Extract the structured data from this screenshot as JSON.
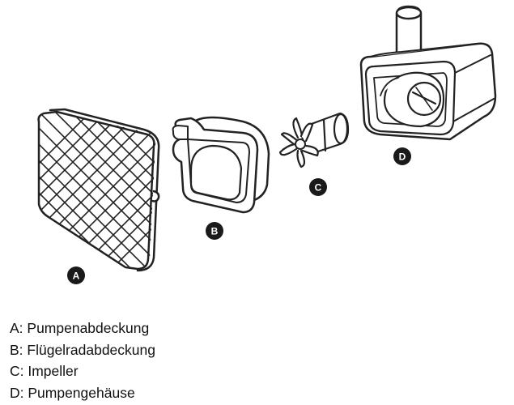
{
  "parts": [
    {
      "letter": "A",
      "name": "Pumpenabdeckung"
    },
    {
      "letter": "B",
      "name": "Flügelradabdeckung"
    },
    {
      "letter": "C",
      "name": "Impeller"
    },
    {
      "letter": "D",
      "name": "Pumpengehäuse"
    }
  ],
  "legend": [
    "A: Pumpenabdeckung",
    "B: Flügelradabdeckung",
    "C: Impeller",
    "D: Pumpengehäuse"
  ],
  "colors": {
    "line": "#222222",
    "badge": "#1a1a1a",
    "background": "#ffffff"
  }
}
